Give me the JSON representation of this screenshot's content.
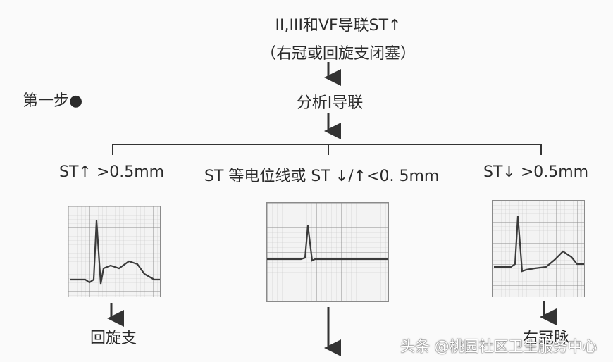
{
  "header": {
    "line1": "II,III和VF导联ST↑",
    "line2": "（右冠或回旋支闭塞）"
  },
  "step1": {
    "label": "第一步●",
    "action": "分析I导联"
  },
  "branches": [
    {
      "condition": "ST↑ >0.5mm",
      "result": "回旋支"
    },
    {
      "condition": "ST 等电位线或 ST ↓/↑<0. 5mm",
      "result": ""
    },
    {
      "condition": "ST↓ >0.5mm",
      "result": "右冠脉"
    }
  ],
  "watermark": "头条 @桃园社区卫生服务中心",
  "colors": {
    "line": "#333333",
    "grid": "#b8b8b8",
    "trace": "#3a3a3a",
    "background": "#fafafa"
  }
}
